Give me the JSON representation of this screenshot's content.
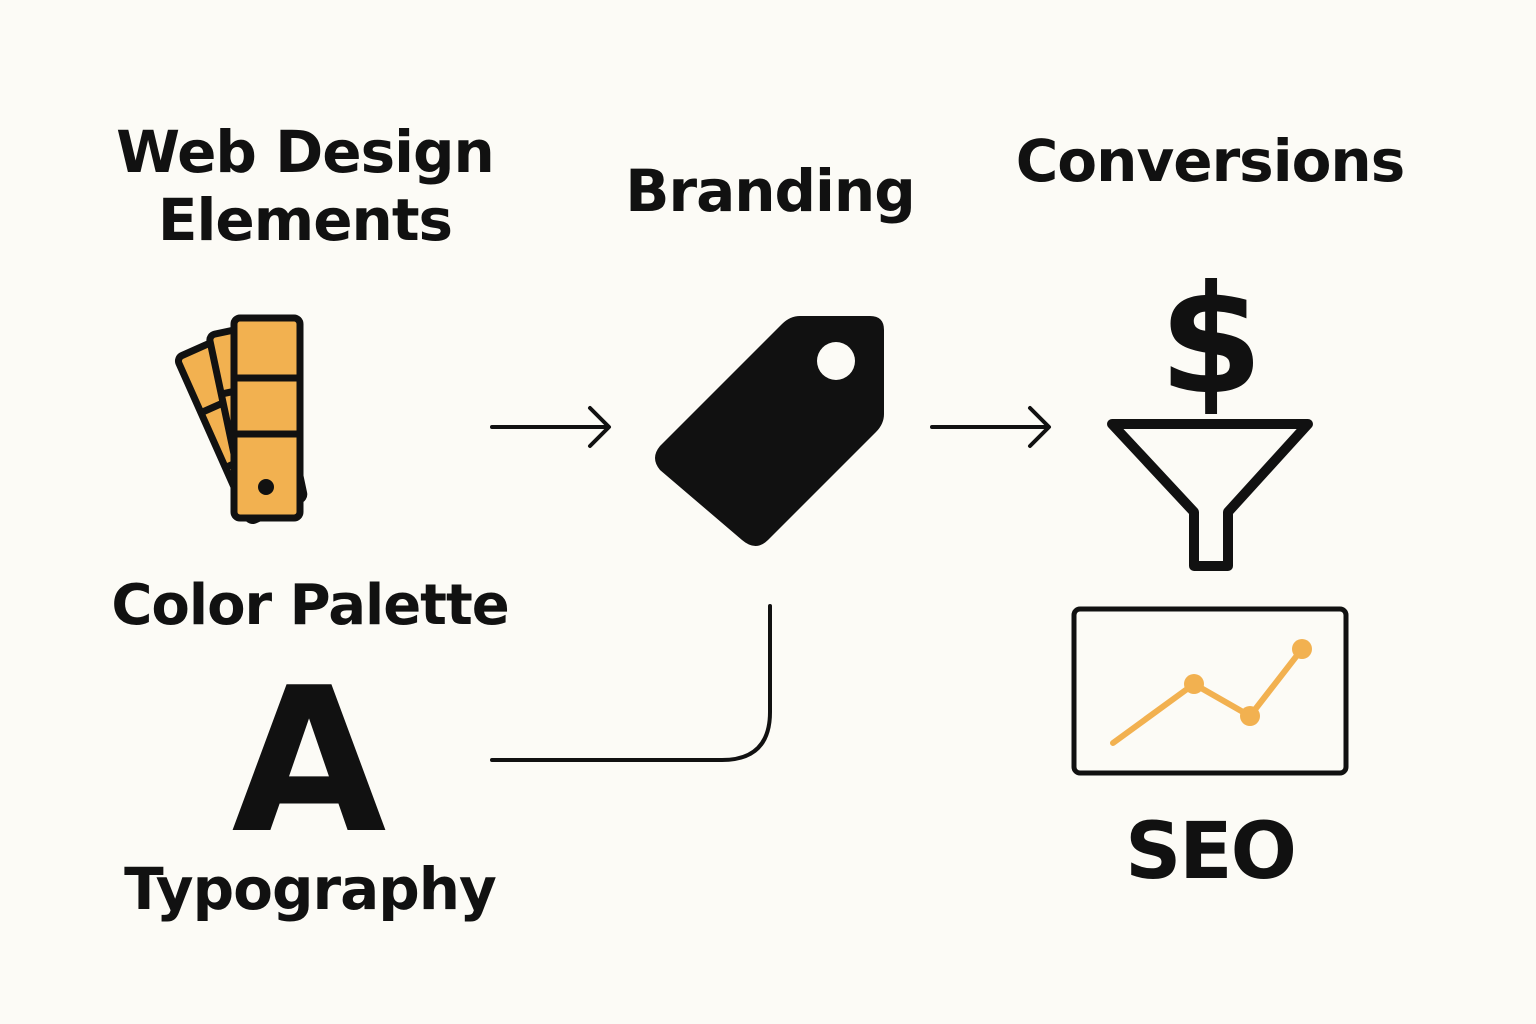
{
  "labels": {
    "web_design_elements": "Web Design Elements",
    "branding": "Branding",
    "conversions": "Conversions",
    "color_palette": "Color Palette",
    "typography": "Typography",
    "seo": "SEO"
  },
  "glyphs": {
    "typography_letter": "A",
    "dollar_sign": "$"
  },
  "icons": [
    "color-swatch-icon",
    "price-tag-icon",
    "dollar-icon",
    "funnel-icon",
    "line-chart-icon",
    "letter-a-icon",
    "arrow-right-icon"
  ],
  "colors": {
    "background": "#fcfbf6",
    "accent": "#f2b150",
    "ink": "#111111"
  }
}
